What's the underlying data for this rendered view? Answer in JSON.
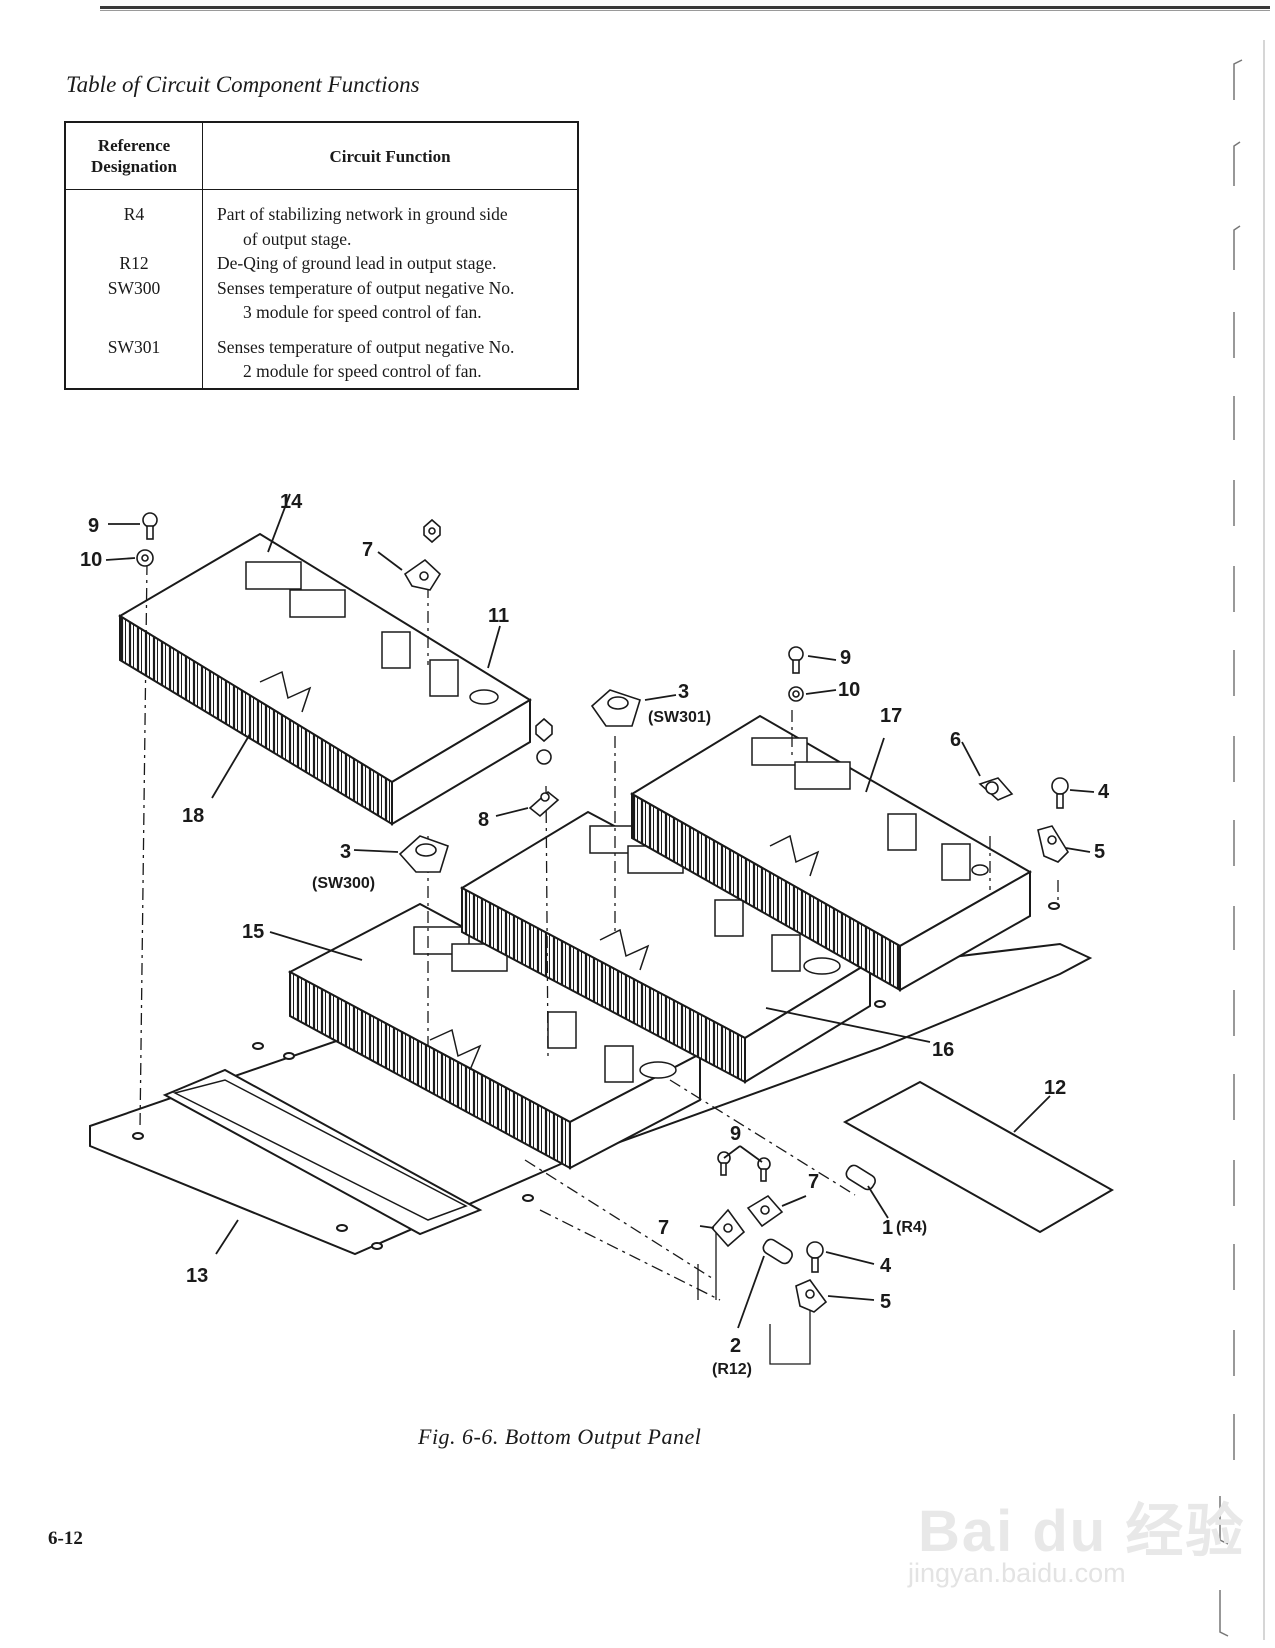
{
  "table": {
    "title": "Table of Circuit Component Functions",
    "headers": {
      "ref_line1": "Reference",
      "ref_line2": "Designation",
      "func": "Circuit Function"
    },
    "rows": [
      {
        "ref": "R4",
        "func_line1": "Part of stabilizing network in ground side",
        "func_line2": "of output stage."
      },
      {
        "ref": "R12",
        "func_line1": "De-Qing of ground lead in output stage.",
        "func_line2": ""
      },
      {
        "ref": "SW300",
        "func_line1": "Senses temperature of output negative No.",
        "func_line2": "3 module for speed control of fan."
      },
      {
        "ref": "SW301",
        "func_line1": "Senses temperature of output negative No.",
        "func_line2": "2 module for speed control of fan."
      }
    ]
  },
  "figure": {
    "caption": "Fig. 6-6.  Bottom Output Panel",
    "callouts": {
      "c9a": "9",
      "c10a": "10",
      "c14": "14",
      "c7a": "7",
      "c11": "11",
      "c18": "18",
      "c8": "8",
      "c3a": "3",
      "sw300": "(SW300)",
      "c15": "15",
      "c3b": "3",
      "sw301": "(SW301)",
      "c9b": "9",
      "c10b": "10",
      "c17": "17",
      "c6": "6",
      "c4a": "4",
      "c5a": "5",
      "c16": "16",
      "c12": "12",
      "c13": "13",
      "c9c": "9",
      "c7b": "7",
      "c7c": "7",
      "c1": "1",
      "r4": "(R4)",
      "c4b": "4",
      "c5b": "5",
      "c2": "2",
      "r12": "(R12)"
    }
  },
  "page_number": "6-12",
  "watermark": {
    "main": "Bai du 经验",
    "sub": "jingyan.baidu.com"
  }
}
